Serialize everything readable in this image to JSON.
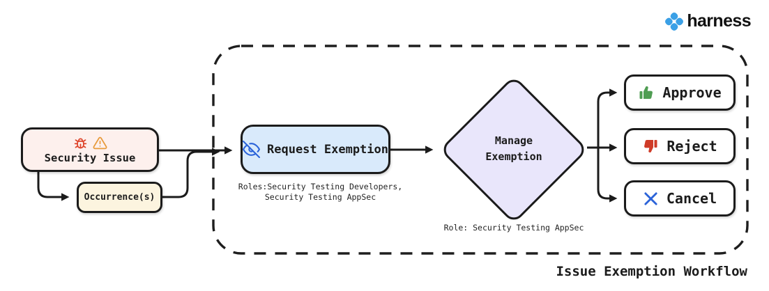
{
  "brand": {
    "name": "harness",
    "logo_color": "#3ba0e6"
  },
  "nodes": {
    "security_issue": {
      "label": "Security Issue",
      "icons": [
        "bug-icon",
        "warning-icon"
      ],
      "bg": "#fdf0ed"
    },
    "occurrences": {
      "label": "Occurrence(s)",
      "bg": "#fcf4df"
    },
    "request_exemption": {
      "label": "Request Exemption",
      "icon": "eye-off-icon",
      "bg": "#d9eafb",
      "roles_note": "Roles:Security Testing Developers,\nSecurity Testing AppSec"
    },
    "manage_exemption": {
      "label": "Manage\nExemption",
      "bg": "#e9e6fb",
      "role_note": "Role: Security Testing AppSec"
    }
  },
  "actions": [
    {
      "label": "Approve",
      "icon": "thumbs-up-icon",
      "icon_color": "#4f9d52"
    },
    {
      "label": "Reject",
      "icon": "thumbs-down-icon",
      "icon_color": "#cf3b28"
    },
    {
      "label": "Cancel",
      "icon": "x-icon",
      "icon_color": "#2b63d9"
    }
  ],
  "footer": {
    "label": "Issue Exemption Workflow"
  },
  "colors": {
    "ink": "#1b1b1b",
    "bug_red": "#dd4228",
    "warning_orange": "#e89b3c",
    "eye_blue": "#2b63d9",
    "approve_green": "#4f9d52",
    "reject_red": "#cf3b28",
    "cancel_blue": "#2b63d9",
    "brand_blue": "#3ba0e6",
    "diamond_bg": "#e9e6fb"
  }
}
